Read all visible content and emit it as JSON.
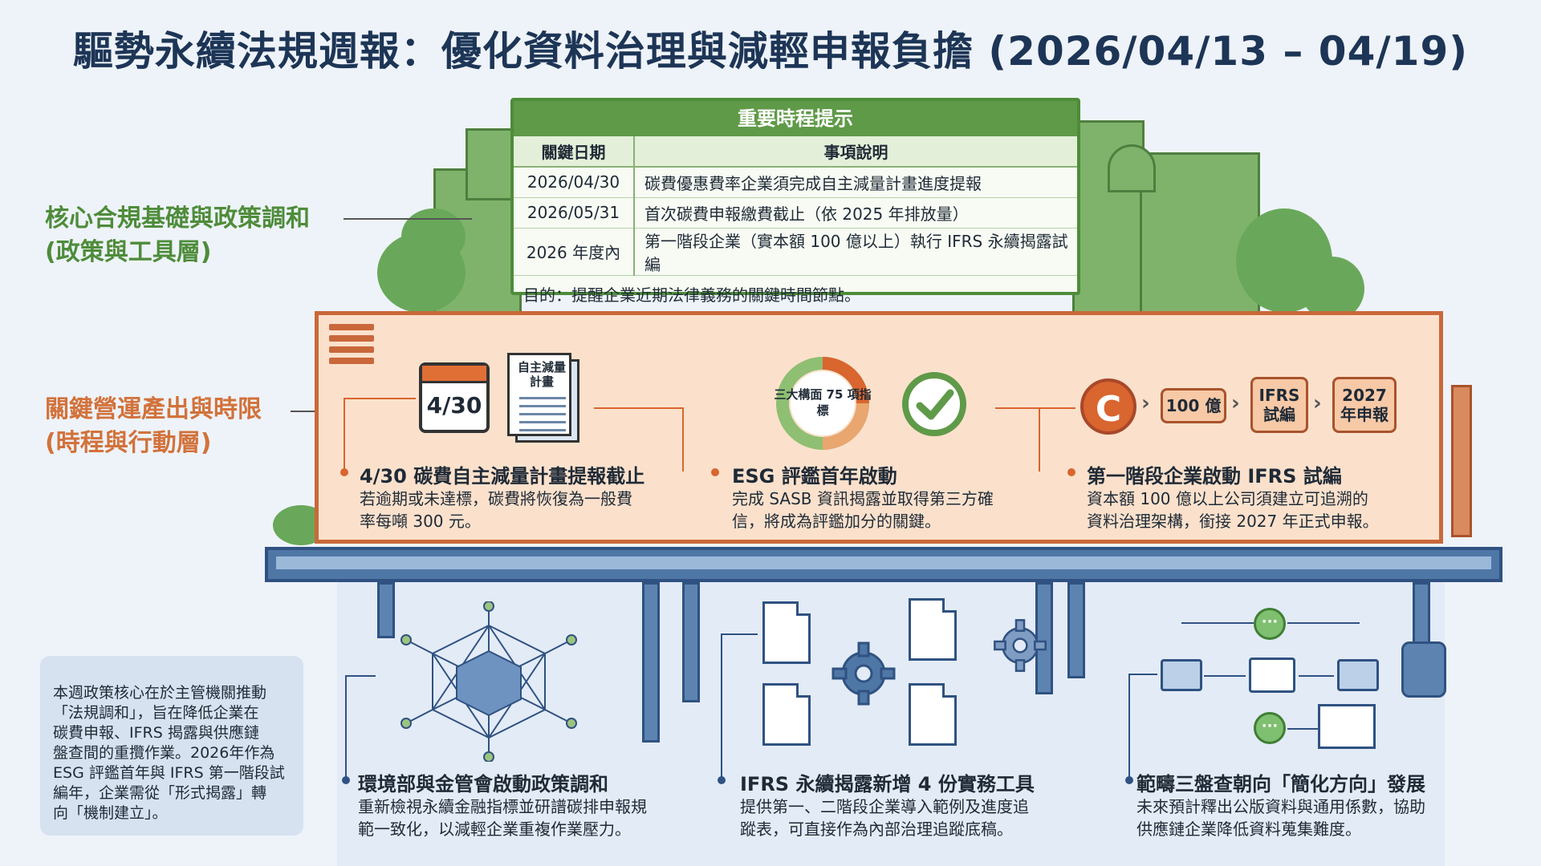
{
  "title": "驅勢永續法規週報：優化資料治理與減輕申報負擔 (2026/04/13 – 04/19)",
  "layers": {
    "green": {
      "line1": "核心合規基礎與政策調和",
      "line2": "(政策與工具層)"
    },
    "orange": {
      "line1": "關鍵營運產出與時限",
      "line2": "(時程與行動層)"
    }
  },
  "schedule": {
    "title": "重要時程提示",
    "col_date": "關鍵日期",
    "col_desc": "事項說明",
    "rows": [
      {
        "date": "2026/04/30",
        "desc": "碳費優惠費率企業須完成自主減量計畫進度提報"
      },
      {
        "date": "2026/05/31",
        "desc": "首次碳費申報繳費截止（依 2025 年排放量）"
      },
      {
        "date": "2026 年度內",
        "desc": "第一階段企業（實本額 100 億以上）執行 IFRS 永續揭露試編"
      }
    ],
    "purpose": "目的：提醒企業近期法律義務的關鍵時間節點。"
  },
  "band": {
    "calendar_date": "4/30",
    "doc_label": "自主減量計畫",
    "ring_text": "三大構面 75 項指標",
    "c_letter": "C",
    "flow": [
      "100 億",
      "IFRS 試編",
      "2027 年申報"
    ],
    "items": [
      {
        "title": "4/30 碳費自主減量計畫提報截止",
        "desc1": "若逾期或未達標，碳費將恢復為一般費",
        "desc2": "率每噸 300 元。"
      },
      {
        "title": "ESG 評鑑首年啟動",
        "desc1": "完成 SASB 資訊揭露並取得第三方確",
        "desc2": "信，將成為評鑑加分的關鍵。"
      },
      {
        "title": "第一階段企業啟動 IFRS 試編",
        "desc1": "資本額 100 億以上公司須建立可追溯的",
        "desc2": "資料治理架構，銜接 2027 年正式申報。"
      }
    ]
  },
  "note": {
    "lines": [
      "本週政策核心在於主管機關推動",
      "「法規調和」，旨在降低企業在",
      "碳費申報、IFRS 揭露與供應鏈",
      "盤查間的重攬作業。2026年作為",
      "ESG 評鑑首年與 IFRS 第一階段試",
      "編年，企業需從「形式揭露」轉",
      "向「機制建立」。"
    ]
  },
  "lower": {
    "items": [
      {
        "title": "環境部與金管會啟動政策調和",
        "desc1": "重新檢視永續金融指標並研譜碳排申報規",
        "desc2": "範一致化，以減輕企業重複作業壓力。"
      },
      {
        "title": "IFRS 永續揭露新增 4 份實務工具",
        "desc1": "提供第一、二階段企業導入範例及進度追",
        "desc2": "蹤表，可直接作為內部治理追蹤底稿。"
      },
      {
        "title": "範疇三盤查朝向「簡化方向」發展",
        "desc1": "未來預計釋出公版資料與通用係數，協助",
        "desc2": "供應鏈企業降低資料蒐集難度。"
      }
    ],
    "dots_label": "···"
  },
  "colors": {
    "green": "#4e8c3a",
    "orange": "#d2723b",
    "blue": "#2f5282",
    "title": "#1d3556"
  }
}
